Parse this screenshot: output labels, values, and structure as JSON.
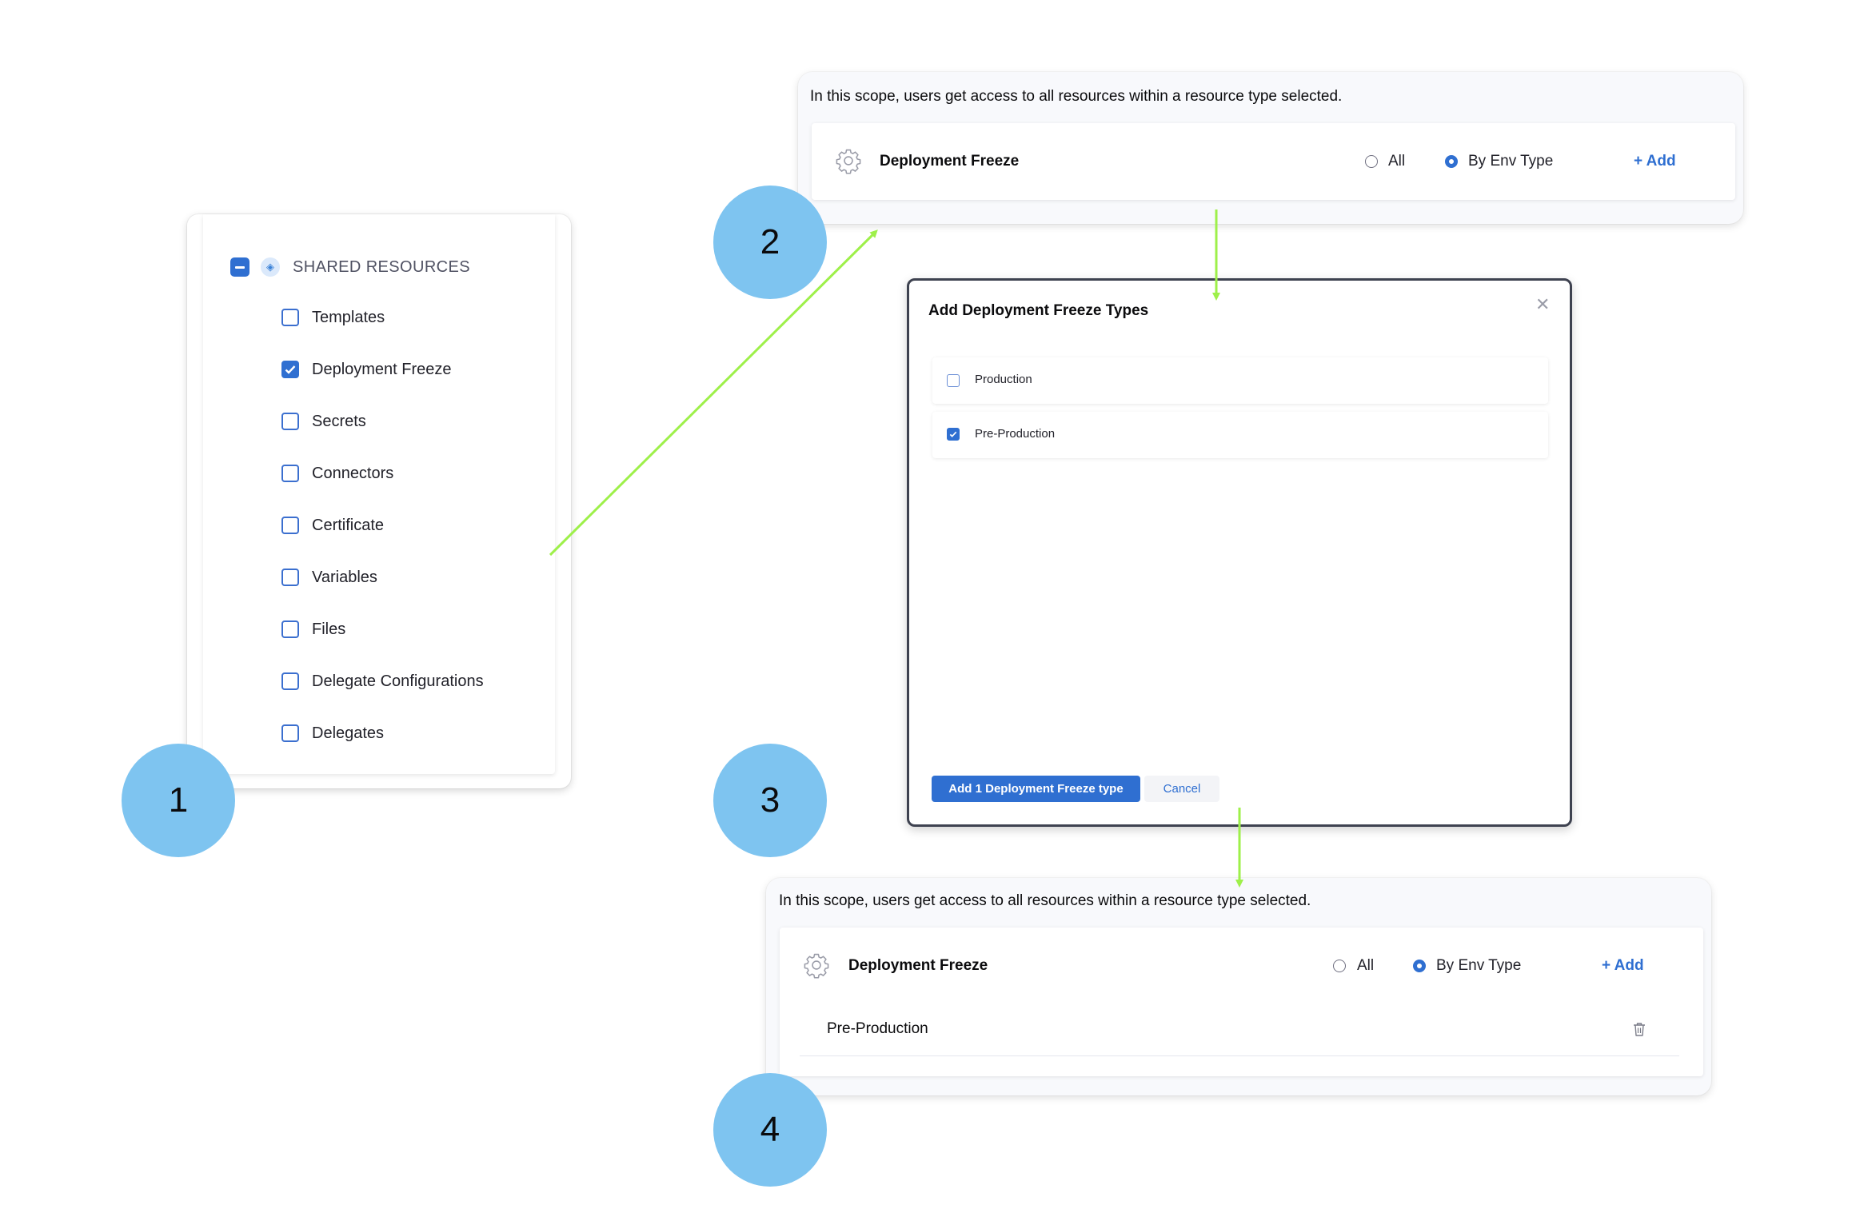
{
  "steps": [
    "1",
    "2",
    "3",
    "4"
  ],
  "panel1": {
    "header": "SHARED RESOURCES",
    "items": [
      {
        "label": "Templates",
        "checked": false
      },
      {
        "label": "Deployment Freeze",
        "checked": true
      },
      {
        "label": "Secrets",
        "checked": false
      },
      {
        "label": "Connectors",
        "checked": false
      },
      {
        "label": "Certificate",
        "checked": false
      },
      {
        "label": "Variables",
        "checked": false
      },
      {
        "label": "Files",
        "checked": false
      },
      {
        "label": "Delegate Configurations",
        "checked": false
      },
      {
        "label": "Delegates",
        "checked": false
      }
    ]
  },
  "panel2": {
    "scope_text": "In this scope, users get access to all resources within a resource type selected.",
    "resource_name": "Deployment Freeze",
    "radio_all": "All",
    "radio_env": "By Env Type",
    "selected_radio": "By Env Type",
    "add_label": "+ Add"
  },
  "modal": {
    "title": "Add Deployment Freeze Types",
    "close_icon": "close-icon",
    "options": [
      {
        "label": "Production",
        "checked": false
      },
      {
        "label": "Pre-Production",
        "checked": true
      }
    ],
    "primary_button": "Add 1 Deployment Freeze type",
    "cancel_button": "Cancel"
  },
  "panel4": {
    "scope_text": "In this scope, users get access to all resources within a resource type selected.",
    "resource_name": "Deployment Freeze",
    "radio_all": "All",
    "radio_env": "By Env Type",
    "selected_radio": "By Env Type",
    "add_label": "+ Add",
    "rows": [
      "Pre-Production"
    ]
  },
  "colors": {
    "accent": "#2f6fd1",
    "step_circle": "#7ec4f0",
    "arrow": "#9ef04a"
  }
}
